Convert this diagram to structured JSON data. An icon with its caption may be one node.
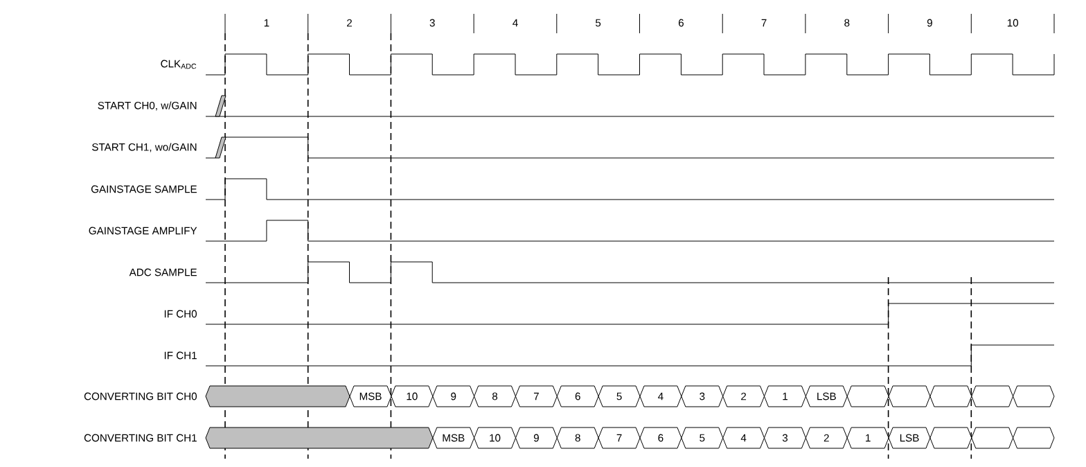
{
  "diagram": {
    "nodes": [
      {
        "text": [],
        "shape": "bar"
      },
      {
        "text": [
          "MSB"
        ]
      },
      {
        "text": [
          "10"
        ]
      },
      {
        "text": [
          "9"
        ]
      },
      {
        "text": [
          "8"
        ]
      },
      {
        "text": [
          "7"
        ]
      },
      {
        "text": [
          "6"
        ]
      },
      {
        "text": [
          "5"
        ]
      },
      {
        "text": [
          "4"
        ]
      },
      {
        "text": [
          "3"
        ]
      },
      {
        "text": [
          "2"
        ]
      },
      {
        "text": [
          "1"
        ]
      },
      {
        "text": [
          "LSB"
        ]
      },
      {
        "text": [],
        "shape": "hexagon"
      },
      {
        "text": [],
        "shape": "hexagon"
      },
      {
        "text": [],
        "shape": "hexagon"
      },
      {
        "text": [],
        "shape": "hexagon"
      },
      {
        "text": [],
        "shape": "hexagon"
      },
      {
        "text": [],
        "shape": "bar"
      },
      {
        "text": [
          "MSB"
        ]
      },
      {
        "text": [
          "10"
        ]
      },
      {
        "text": [
          "9"
        ]
      },
      {
        "text": [
          "8"
        ]
      },
      {
        "text": [
          "7"
        ]
      },
      {
        "text": [
          "6"
        ]
      },
      {
        "text": [
          "5"
        ]
      },
      {
        "text": [
          "4"
        ]
      },
      {
        "text": [
          "3"
        ]
      },
      {
        "text": [
          "2"
        ]
      },
      {
        "text": [
          "1"
        ]
      },
      {
        "text": [
          "LSB"
        ]
      },
      {
        "text": [],
        "shape": "hexagon"
      },
      {
        "text": [],
        "shape": "hexagon"
      },
      {
        "text": [],
        "shape": "hexagon"
      }
    ],
    "edges": [],
    "labels": [
      "1",
      "2",
      "3",
      "4",
      "5",
      "6",
      "7",
      "8",
      "9",
      "10",
      "CLK$_{ADC}$",
      "START CH0, w/GAIN",
      "START CH1, wo/GAIN",
      "GAINSTAGE SAMPLE",
      "GAINSTAGE AMPLIFY",
      "ADC SAMPLE",
      "IF CH0",
      "IF CH1",
      "CONVERTING BIT CH0",
      "CONVERTING BIT CH1"
    ]
  }
}
